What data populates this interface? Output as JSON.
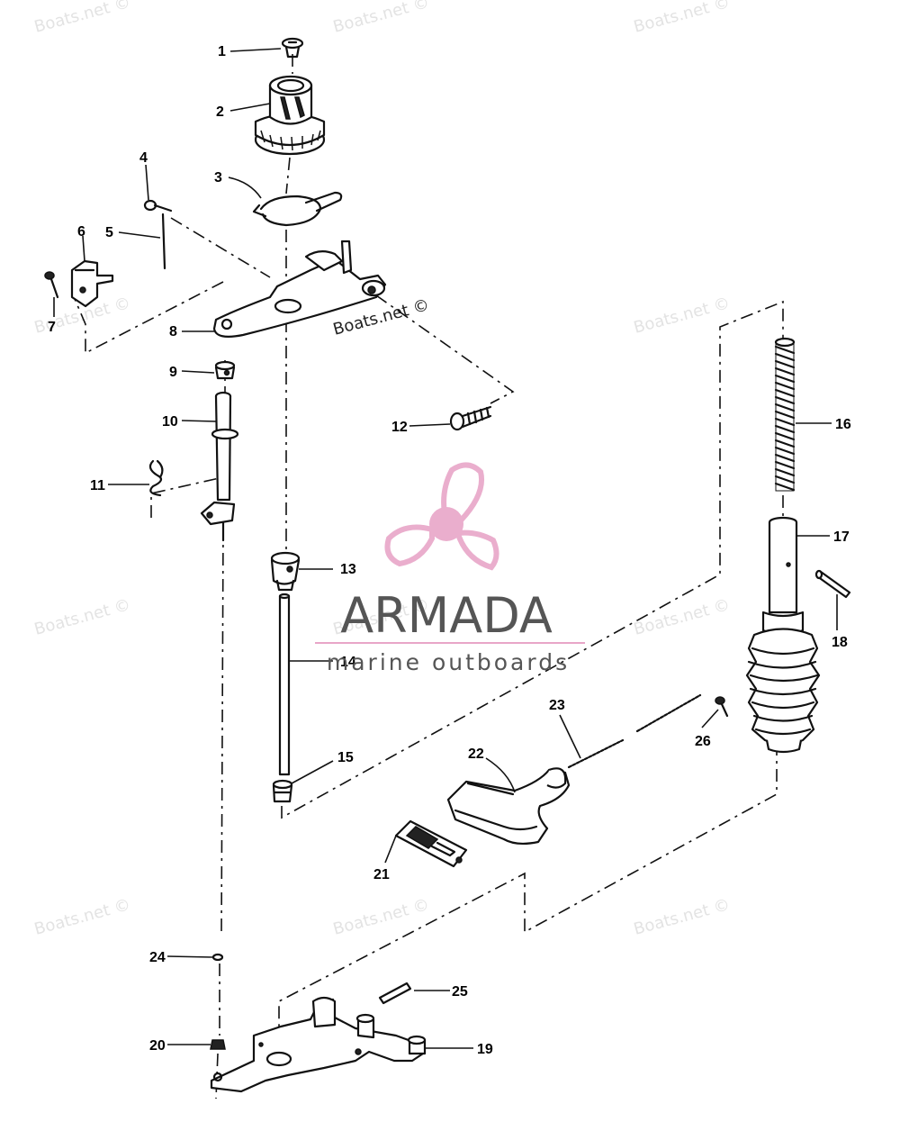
{
  "watermarks": [
    "Boats.net ©",
    "Boats.net ©",
    "Boats.net ©",
    "Boats.net ©",
    "Boats.net ©",
    "Boats.net ©",
    "Boats.net ©",
    "Boats.net ©",
    "Boats.net ©",
    "Boats.net ©",
    "Boats.net ©",
    "Boats.net ©"
  ],
  "logo": {
    "name": "ARMADA",
    "tagline": "marine outboards",
    "accent": "#e8a6c8",
    "text_color": "#555555"
  },
  "callouts": [
    "1",
    "2",
    "3",
    "4",
    "5",
    "6",
    "7",
    "8",
    "9",
    "10",
    "11",
    "12",
    "13",
    "14",
    "15",
    "16",
    "17",
    "18",
    "19",
    "20",
    "21",
    "22",
    "23",
    "24",
    "25",
    "26"
  ]
}
